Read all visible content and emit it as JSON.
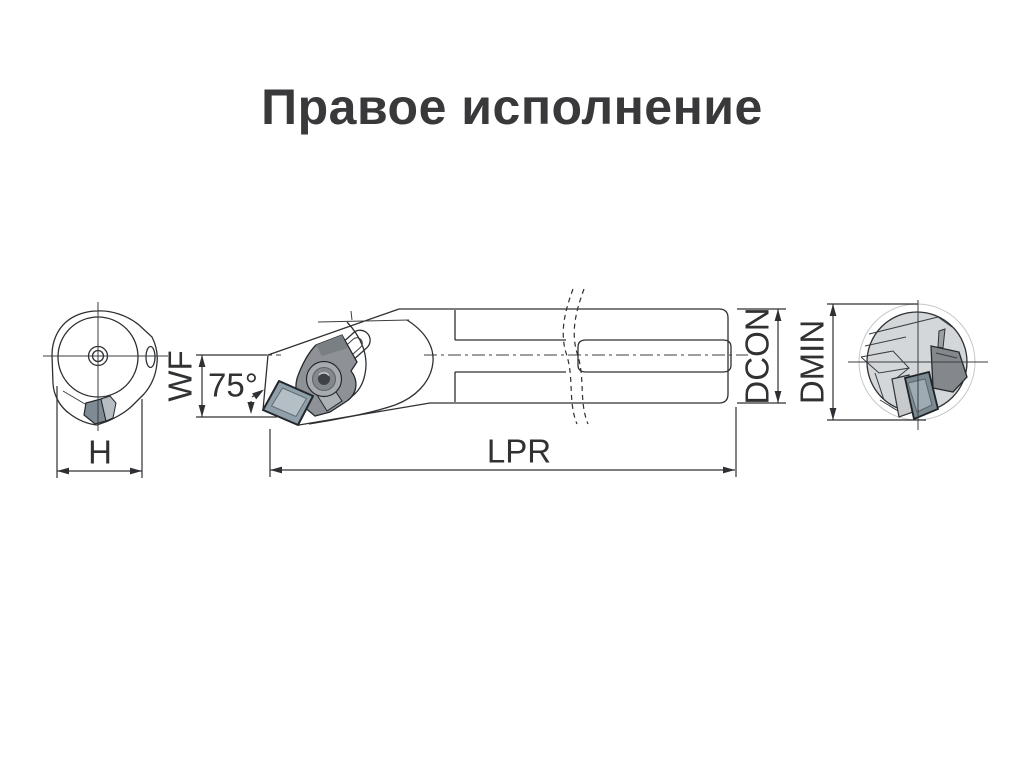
{
  "title": "Правое исполнение",
  "dimensions": {
    "wf": "WF",
    "angle": "75°",
    "height": "H",
    "length": "LPR",
    "dcon": "DCON",
    "dmin": "DMIN"
  },
  "colors": {
    "background": "#ffffff",
    "body_gray": "#d4d7da",
    "clamp_gray": "#8e9297",
    "insert_blue_gray": "#8fa0aa",
    "insert_face": "#b4bec5",
    "outline": "#2e3033",
    "text": "#2f3133"
  }
}
